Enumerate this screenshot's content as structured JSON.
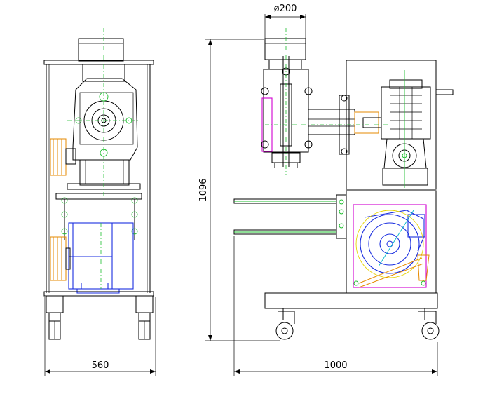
{
  "dimensions": {
    "width_front": "560",
    "length_side": "1000",
    "height": "1096",
    "hopper_diameter": "ø200"
  },
  "colors": {
    "outline": "#000000",
    "center_line": "#1fbf2f",
    "motor": "#1a2ee0",
    "pulley": "#e68a00",
    "belt": "#e6d200",
    "frame_highlight": "#d000d0"
  }
}
